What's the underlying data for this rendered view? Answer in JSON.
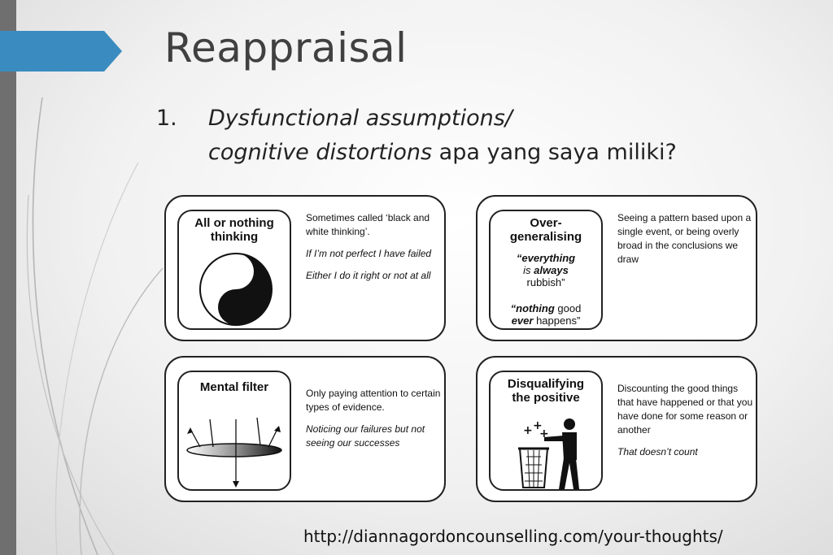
{
  "slide": {
    "title": "Reappraisal",
    "item_number": "1.",
    "item_line1": "Dysfunctional assumptions/",
    "item_line2_italic": "cognitive distortions",
    "item_line2_rest": " apa yang saya miliki?",
    "source_url": "http://diannagordoncounselling.com/your-thoughts/"
  },
  "cards": {
    "all_or_nothing": {
      "title_line1": "All or nothing",
      "title_line2": "thinking",
      "desc1": "Sometimes called ‘black and white thinking’.",
      "desc2": "If I’m not perfect I have failed",
      "desc3": "Either I do it right or not at all"
    },
    "overgeneralising": {
      "title_line1": "Over-",
      "title_line2": "generalising",
      "quote1_pre": "“everything",
      "quote1_is": "is",
      "quote1_always": "always",
      "quote1_post": "rubbish”",
      "quote2_nothing": "“nothing",
      "quote2_good": " good",
      "quote2_ever": "ever",
      "quote2_post": " happens”",
      "desc1": "Seeing a pattern based upon a single event, or being overly broad in the conclusions we draw"
    },
    "mental_filter": {
      "title": "Mental filter",
      "desc1": "Only paying attention to certain types of evidence.",
      "desc2": "Noticing our failures but not seeing our successes"
    },
    "disqualifying": {
      "title_line1": "Disqualifying",
      "title_line2": "the positive",
      "desc1": "Discounting the good things that have happened or that you have done for some reason or another",
      "desc2": "That doesn’t count"
    }
  },
  "colors": {
    "accent": "#3a8cc0",
    "side_bar": "#6f6f6f"
  }
}
